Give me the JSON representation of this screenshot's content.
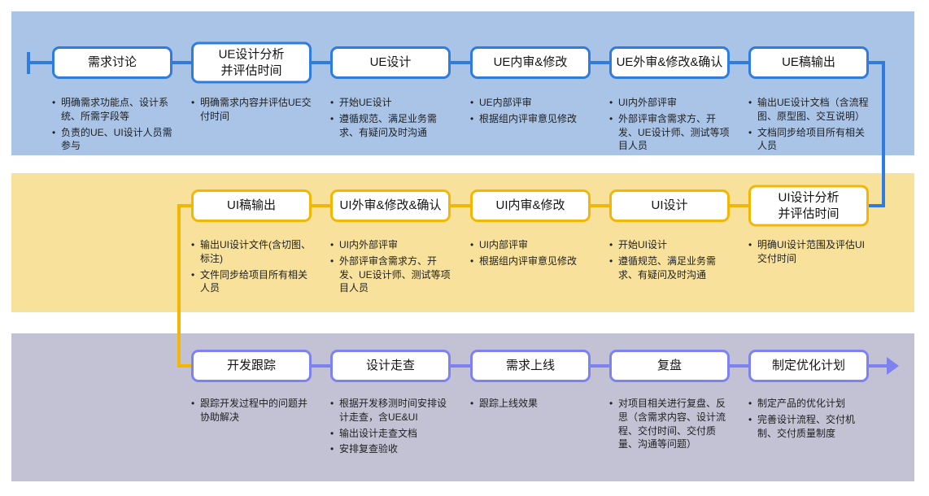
{
  "colors": {
    "ue_band_bg": "#a9c4e7",
    "ue_accent": "#2e7ce0",
    "ui_band_bg": "#f7e19b",
    "ui_accent": "#f2b705",
    "dev_band_bg": "#c2c2d4",
    "dev_accent": "#7e82ee",
    "box_bg": "#ffffff",
    "text": "#1f1f1f"
  },
  "bands": [
    {
      "id": "ue-phase",
      "steps": [
        {
          "title": "需求讨论",
          "bullets": [
            "明确需求功能点、设计系统、所需字段等",
            "负责的UE、UI设计人员需参与"
          ]
        },
        {
          "title": "UE设计分析\n并评估时间",
          "bullets": [
            "明确需求内容并评估UE交付时间"
          ]
        },
        {
          "title": "UE设计",
          "bullets": [
            "开始UE设计",
            "遵循规范、满足业务需求、有疑问及时沟通"
          ]
        },
        {
          "title": "UE内审&修改",
          "bullets": [
            "UE内部评审",
            "根据组内评审意见修改"
          ]
        },
        {
          "title": "UE外审&修改&确认",
          "bullets": [
            "UI内外部评审",
            "外部评审含需求方、开发、UE设计师、测试等项目人员"
          ]
        },
        {
          "title": "UE稿输出",
          "bullets": [
            "输出UE设计文档（含流程图、原型图、交互说明）",
            "文档同步给项目所有相关人员"
          ]
        }
      ]
    },
    {
      "id": "ui-phase",
      "steps": [
        {
          "title": "UI稿输出",
          "bullets": [
            "输出UI设计文件(含切图、标注)",
            "文件同步给项目所有相关人员"
          ]
        },
        {
          "title": "UI外审&修改&确认",
          "bullets": [
            "UI内外部评审",
            "外部评审含需求方、开发、UE设计师、测试等项目人员"
          ]
        },
        {
          "title": "UI内审&修改",
          "bullets": [
            "UI内部评审",
            "根据组内评审意见修改"
          ]
        },
        {
          "title": "UI设计",
          "bullets": [
            "开始UI设计",
            "遵循规范、满足业务需求、有疑问及时沟通"
          ]
        },
        {
          "title": "UI设计分析\n并评估时间",
          "bullets": [
            "明确UI设计范围及评估UI交付时间"
          ]
        }
      ]
    },
    {
      "id": "dev-phase",
      "steps": [
        {
          "title": "开发跟踪",
          "bullets": [
            "跟踪开发过程中的问题并协助解决"
          ]
        },
        {
          "title": "设计走查",
          "bullets": [
            "根据开发移测时间安排设计走查，含UE&UI",
            "输出设计走查文档",
            "安排复查验收"
          ]
        },
        {
          "title": "需求上线",
          "bullets": [
            "跟踪上线效果"
          ]
        },
        {
          "title": "复盘",
          "bullets": [
            "对项目相关进行复盘、反思（含需求内容、设计流程、交付时间、交付质量、沟通等问题）"
          ]
        },
        {
          "title": "制定优化计划",
          "bullets": [
            "制定产品的优化计划",
            "完善设计流程、交付机制、交付质量制度"
          ]
        }
      ]
    }
  ]
}
